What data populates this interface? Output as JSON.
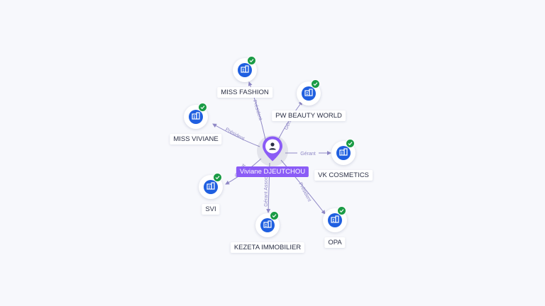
{
  "center": {
    "name": "Viviane DJEUTCHOU",
    "icon": "person-icon"
  },
  "companies": [
    {
      "id": "miss-fashion",
      "name": "MISS FASHION",
      "relation": "Président",
      "icon": "company-building-icon",
      "verified": true
    },
    {
      "id": "pw-beauty-world",
      "name": "PW BEAUTY WORLD",
      "relation": "Gérant",
      "icon": "company-building-icon",
      "verified": true
    },
    {
      "id": "miss-viviane",
      "name": "MISS VIVIANE",
      "relation": "Président",
      "icon": "company-building-icon",
      "verified": true
    },
    {
      "id": "vk-cosmetics",
      "name": "VK COSMETICS",
      "relation": "Gérant",
      "icon": "company-building-icon",
      "verified": true
    },
    {
      "id": "svi",
      "name": "SVI",
      "relation": "Gérant",
      "icon": "company-building-icon",
      "verified": true
    },
    {
      "id": "kezeta-immobilier",
      "name": "KEZETA IMMOBILIER",
      "relation": "Gérant Associé",
      "icon": "company-building-icon",
      "verified": true
    },
    {
      "id": "opa",
      "name": "OPA",
      "relation": "Président",
      "icon": "company-building-icon",
      "verified": true
    }
  ],
  "colors": {
    "background": "#f7f8fc",
    "person_accent": "#8b5cf6",
    "company_icon": "#1f5fe0",
    "verified_badge": "#1a9b45",
    "edge": "#8f88c6"
  }
}
